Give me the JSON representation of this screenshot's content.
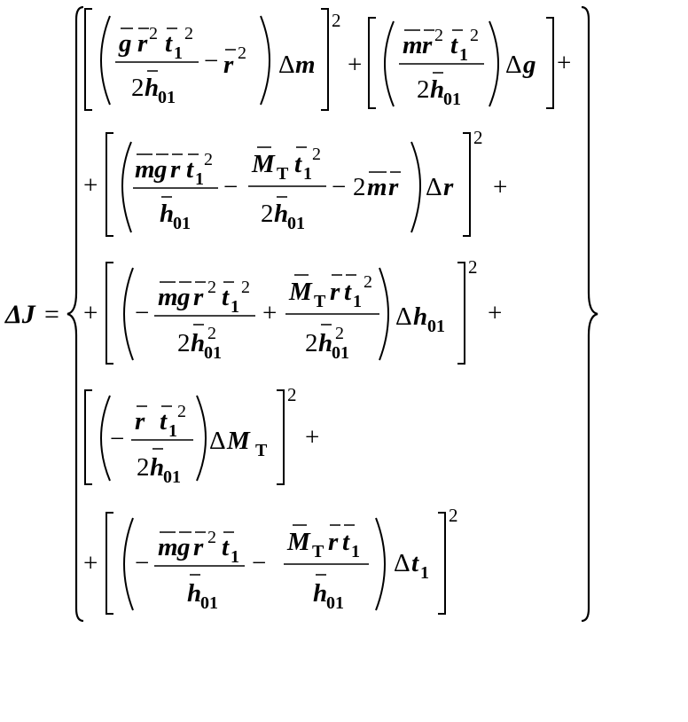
{
  "equation": {
    "lhs": "ΔJ",
    "eq": "=",
    "sym": {
      "g": "g",
      "r": "r",
      "m": "m",
      "t": "t",
      "h": "h",
      "M": "M",
      "delta": "Δ",
      "sub1": "1",
      "sub01": "01",
      "subT": "T",
      "two": "2",
      "sq": "2",
      "plus": "+",
      "minus": "−"
    }
  }
}
